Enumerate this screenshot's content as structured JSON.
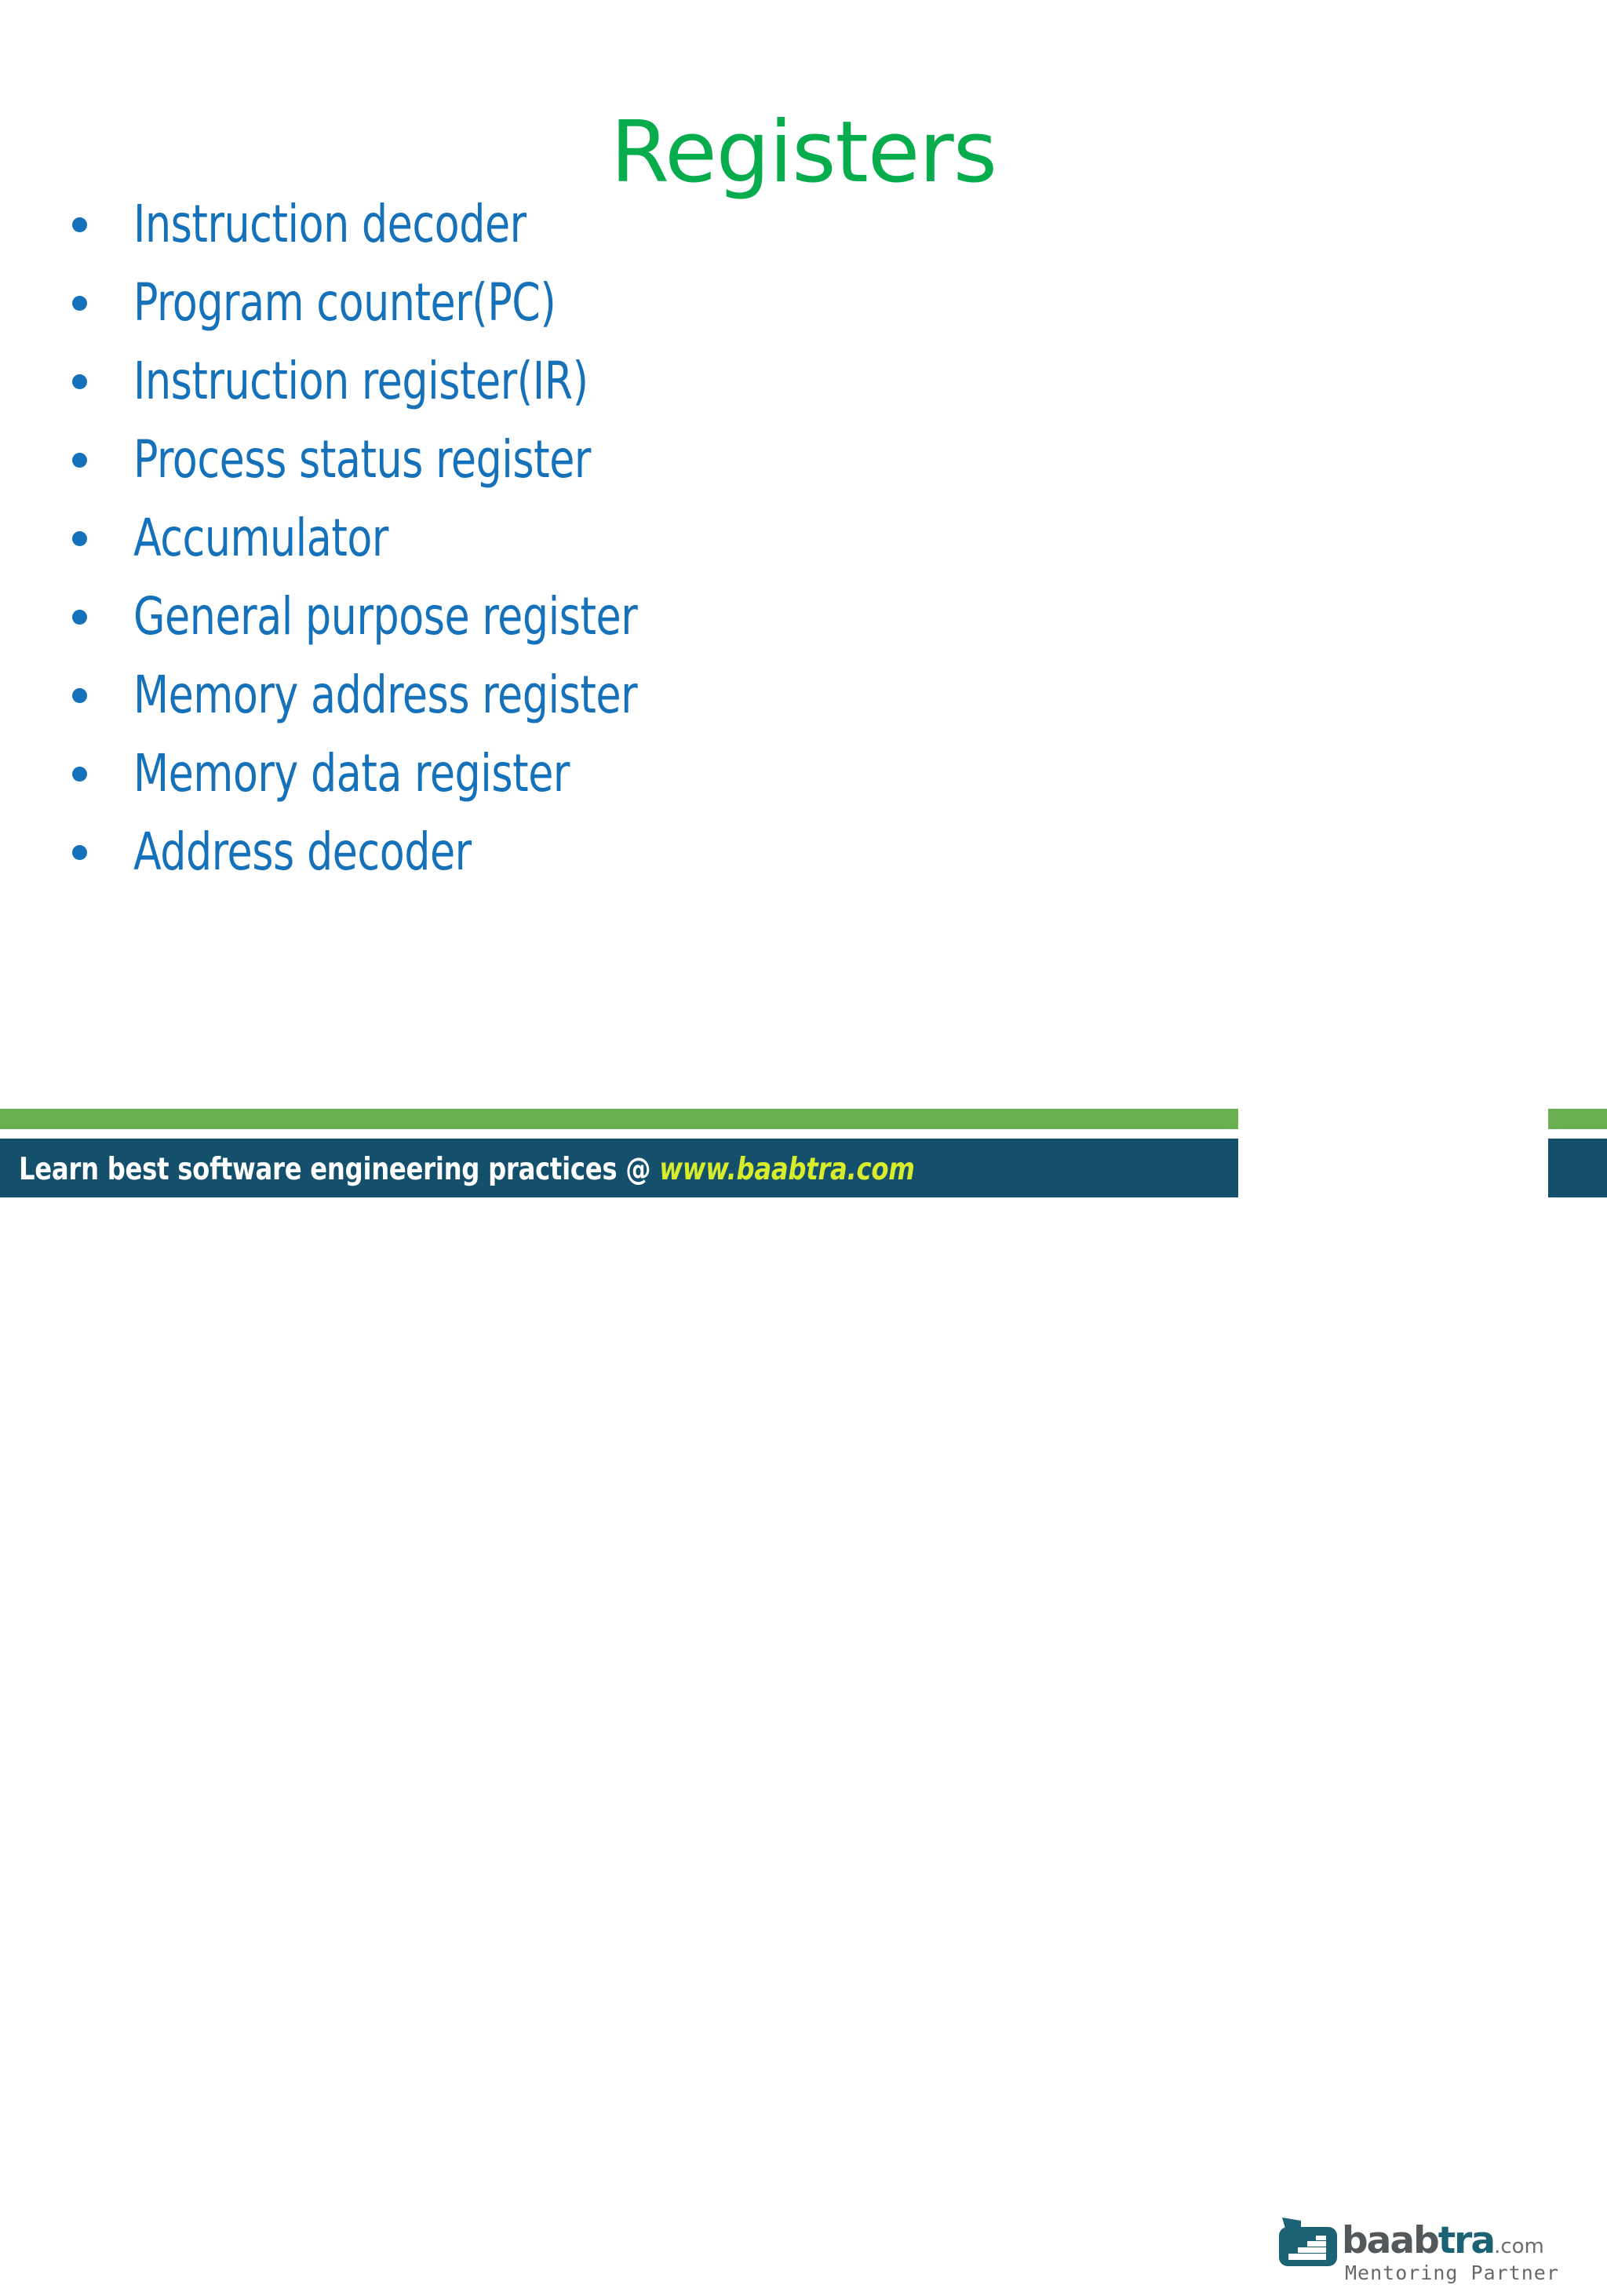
{
  "slide": {
    "title": "Registers",
    "title_color": "#07ad4d",
    "body_color": "#1571b9",
    "background": "#ffffff",
    "bullets": [
      "Instruction decoder",
      "Program counter(PC)",
      "Instruction register(IR)",
      "Process status register",
      "Accumulator",
      "General purpose register",
      "Memory address register",
      "Memory data register",
      "Address decoder"
    ]
  },
  "footer": {
    "tagline_prefix": "Learn best software engineering practices @ ",
    "url": "www.baabtra.com",
    "green_bar_color": "#6cb054",
    "navy_bar_color": "#14506c",
    "url_color": "#d7ec2a",
    "text_color": "#ffffff"
  },
  "logo": {
    "word_part_1": "baab",
    "word_part_2": "tra",
    "word_part_3": ".com",
    "tagline": "Mentoring Partner",
    "mark_color": "#1b6275",
    "word_part_1_color": "#55585a",
    "word_part_2_color": "#1b6275",
    "word_part_3_color": "#6a6d6f"
  }
}
